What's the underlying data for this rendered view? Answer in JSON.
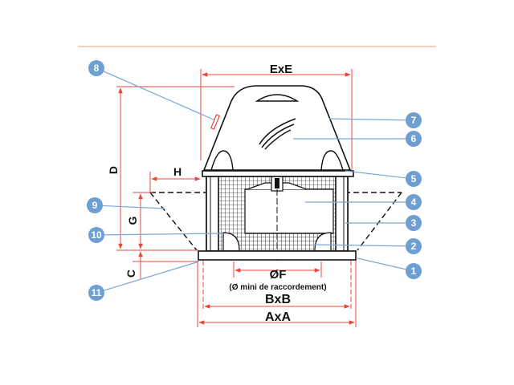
{
  "dimensions": {
    "exe": "ExE",
    "d": "D",
    "h": "H",
    "g": "G",
    "c": "C",
    "of": "ØF",
    "of_note": "(Ø mini de raccordement)",
    "bxb": "BxB",
    "axa": "AxA"
  },
  "callouts": [
    "1",
    "2",
    "3",
    "4",
    "5",
    "6",
    "7",
    "8",
    "9",
    "10",
    "11"
  ],
  "colors": {
    "dimension": "#e8473c",
    "callout": "#6e9fd2",
    "rule": "#f0a07a"
  }
}
